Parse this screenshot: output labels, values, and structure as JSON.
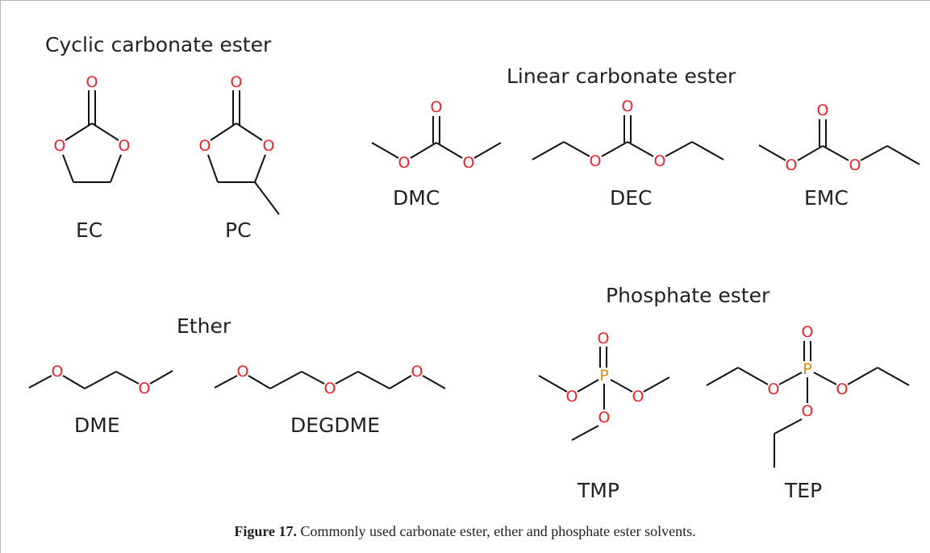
{
  "groups": {
    "cyclic": "Cyclic carbonate ester",
    "linear": "Linear carbonate ester",
    "ether": "Ether",
    "phosphate": "Phosphate ester"
  },
  "molecules": {
    "ec": "EC",
    "pc": "PC",
    "dmc": "DMC",
    "dec": "DEC",
    "emc": "EMC",
    "dme": "DME",
    "degdme": "DEGDME",
    "tmp": "TMP",
    "tep": "TEP"
  },
  "atoms": {
    "oxygen": "O",
    "phosphorus": "P"
  },
  "colors": {
    "oxygen": "#e4252c",
    "phosphorus": "#e08a12",
    "bond": "#111111"
  },
  "caption": {
    "label": "Figure 17.",
    "text": "Commonly used carbonate ester, ether and phosphate ester solvents."
  }
}
